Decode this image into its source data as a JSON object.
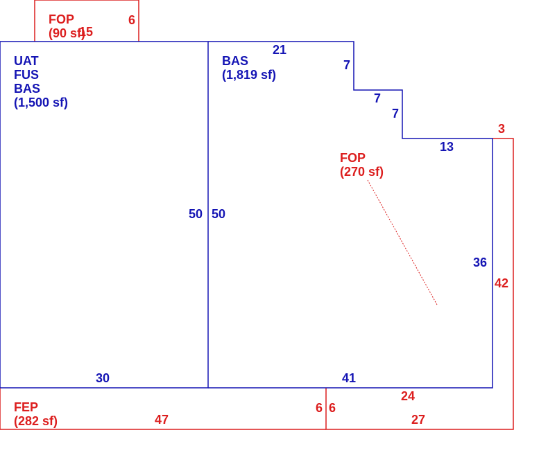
{
  "areas": {
    "fop_top": {
      "code": "FOP",
      "area": "(90 sf)"
    },
    "main_left": {
      "codes": [
        "UAT",
        "FUS",
        "BAS"
      ],
      "area": "(1,500 sf)"
    },
    "bas_right": {
      "code": "BAS",
      "area": "(1,819 sf)"
    },
    "fop_right": {
      "code": "FOP",
      "area": "(270 sf)"
    },
    "fep_bottom": {
      "code": "FEP",
      "area": "(282 sf)"
    }
  },
  "dimensions": {
    "fop_top_15": "15",
    "fop_top_6": "6",
    "bas_top_21": "21",
    "step_7a": "7",
    "step_7b": "7",
    "step_7c": "7",
    "bas_13": "13",
    "fop_3": "3",
    "left_wall_50": "50",
    "right_wall_50": "50",
    "bas_36": "36",
    "fop_42": "42",
    "left_bottom_30": "30",
    "bas_bottom_41": "41",
    "fop_bottom_24": "24",
    "fep_6_left": "6",
    "fep_6_right": "6",
    "fep_47": "47",
    "fop_27": "27"
  },
  "colors": {
    "living": "#1414b4",
    "porch": "#dc1e1e"
  }
}
